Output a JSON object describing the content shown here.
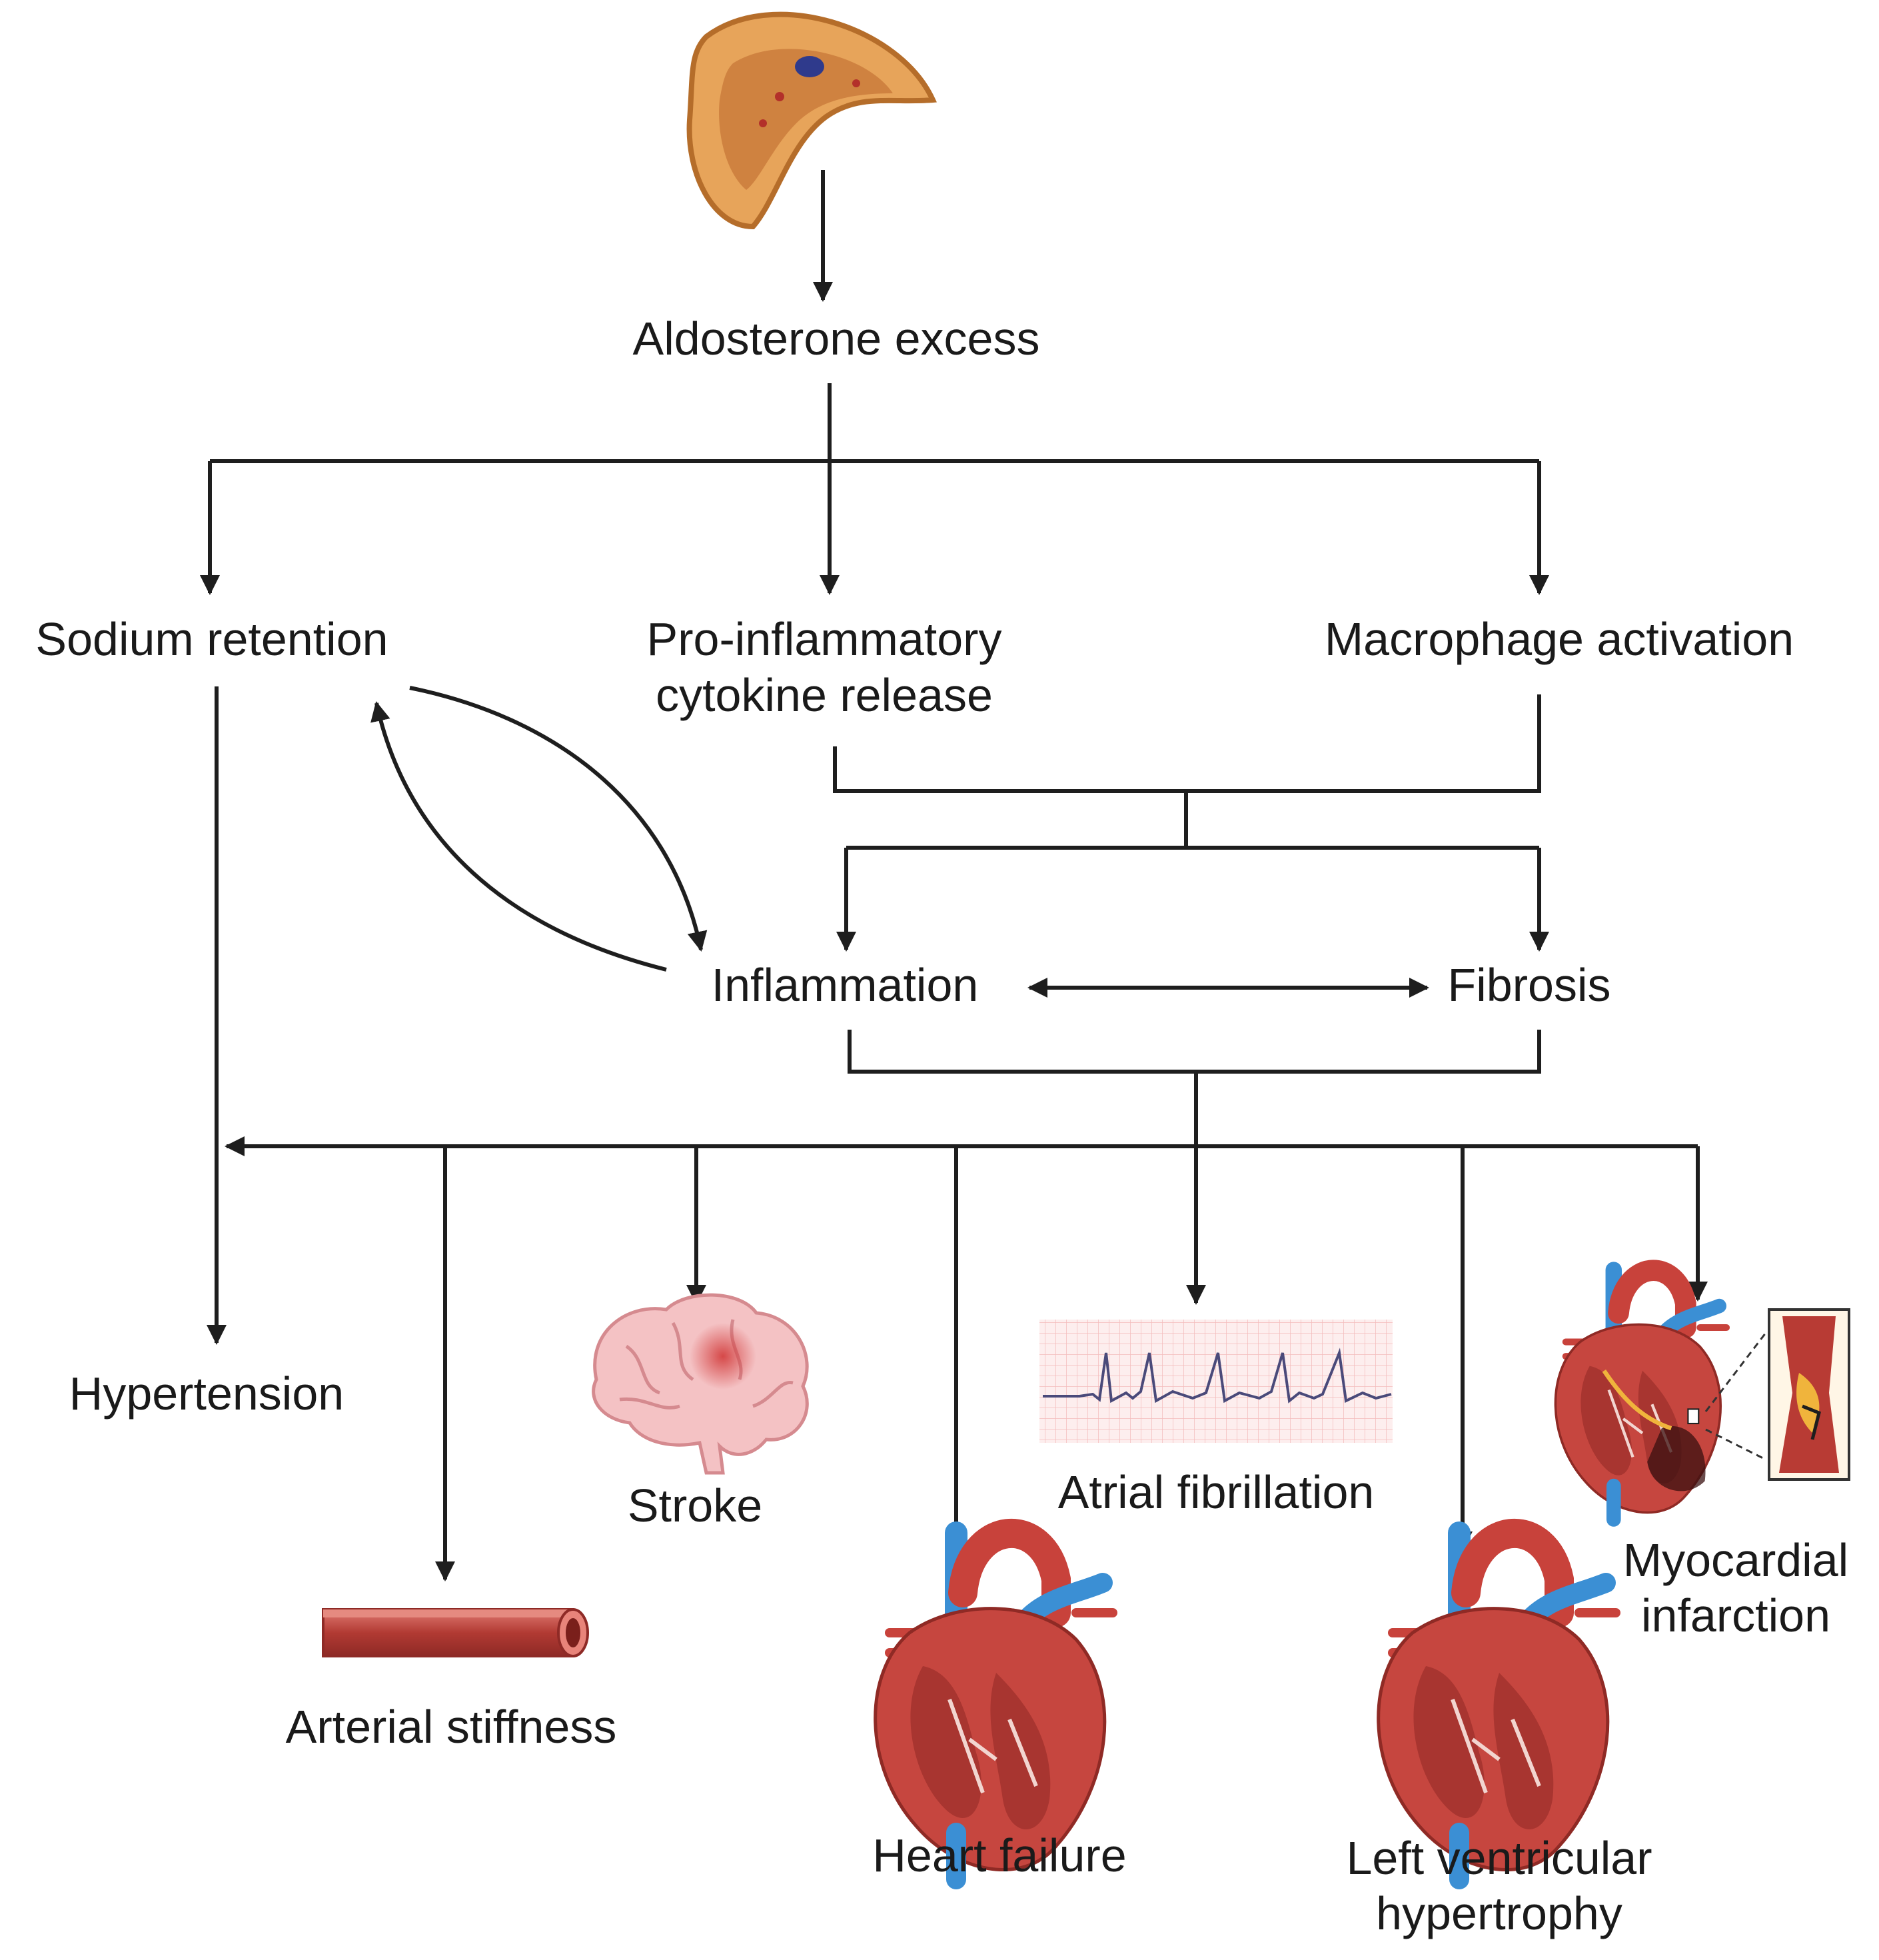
{
  "nodes": {
    "aldosterone": "Aldosterone excess",
    "sodium": "Sodium retention",
    "cytokine_line1": "Pro-inflammatory",
    "cytokine_line2": "cytokine release",
    "macrophage": "Macrophage activation",
    "inflammation": "Inflammation",
    "fibrosis": "Fibrosis",
    "hypertension": "Hypertension",
    "arterial": "Arterial stiffness",
    "stroke": "Stroke",
    "heart_failure": "Heart failure",
    "afib": "Atrial fibrillation",
    "lvh_line1": "Left ventricular",
    "lvh_line2": "hypertrophy",
    "mi_line1": "Myocardial",
    "mi_line2": "infarction"
  },
  "icons": [
    "adrenal-gland-icon",
    "artery-icon",
    "brain-icon",
    "ecg-icon",
    "heart-icon",
    "heart-infarct-icon",
    "coronary-plaque-inset-icon"
  ],
  "colors": {
    "line": "#1e1e1e",
    "artery_red": "#a8322d",
    "vein_blue": "#3b8fd4",
    "adrenal": "#e7a45a"
  }
}
